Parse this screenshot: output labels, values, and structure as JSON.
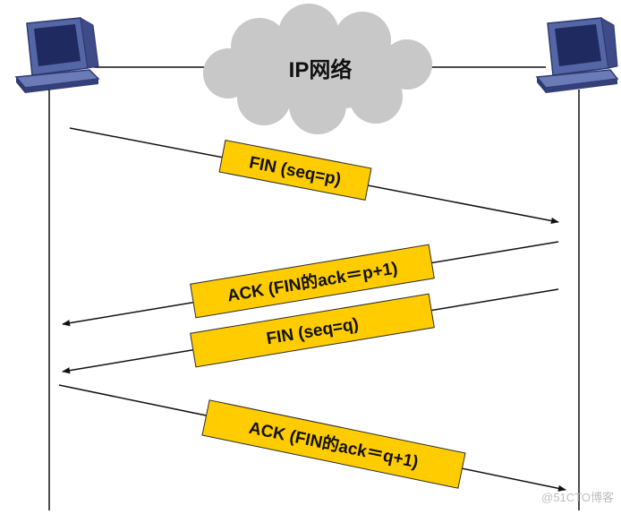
{
  "cloud": {
    "label": "IP网络"
  },
  "messages": [
    {
      "label": "FIN (seq=p)",
      "direction": "to-right"
    },
    {
      "label": "ACK (FIN的ack＝p+1)",
      "direction": "to-left"
    },
    {
      "label": "FIN (seq=q)",
      "direction": "to-left"
    },
    {
      "label": "ACK (FIN的ack＝q+1)",
      "direction": "to-right"
    }
  ],
  "watermark": "@51CTO博客",
  "colors": {
    "label_fill": "#FFCC00",
    "label_stroke": "#2a2a2a",
    "cloud_fill": "#C8C8C8",
    "computer_blue": "#5566A6",
    "line": "#111111"
  }
}
